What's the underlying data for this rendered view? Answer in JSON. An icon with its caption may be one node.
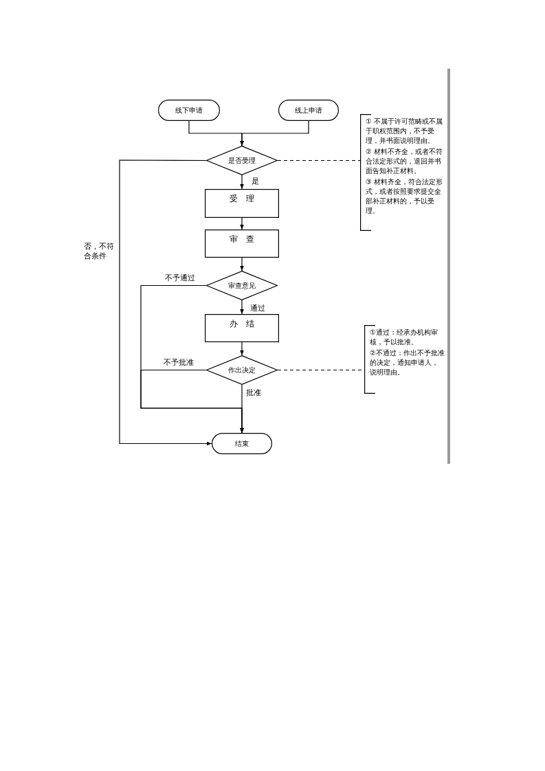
{
  "diagram": {
    "nodes": [
      {
        "text": [
          "线下申请"
        ]
      },
      {
        "text": [
          "线上申请"
        ]
      },
      {
        "text": [
          "是否受理"
        ]
      },
      {
        "text": [
          "受　理"
        ]
      },
      {
        "text": [
          "审　查"
        ]
      },
      {
        "text": [
          "审查意见"
        ]
      },
      {
        "text": [
          "办　结"
        ]
      },
      {
        "text": [
          "作出决定"
        ]
      },
      {
        "text": [
          "结束"
        ]
      },
      {
        "text": [
          "① 不属于许可范畴或不属于职权范围内，不予受理，并书面说明理由。",
          "② 材料不齐全，或者不符合法定形式的，退回并书面告知补正材料。",
          "③ 材料齐全，符合法定形式，或者按照要求提交全部补正材料的，予以受理。"
        ]
      },
      {
        "text": [
          "①通过：经承办机构审核，予以批准。",
          "②不通过：作出不予批准的决定，通知申请人，说明理由。"
        ]
      }
    ],
    "edges": [
      {
        "from": 0,
        "to": 2,
        "arrow": "to"
      },
      {
        "from": 1,
        "to": 2,
        "arrow": "to"
      },
      {
        "from": 2,
        "to": 3,
        "arrow": "to",
        "label": "是"
      },
      {
        "from": 3,
        "to": 4,
        "arrow": "to"
      },
      {
        "from": 4,
        "to": 5,
        "arrow": "to"
      },
      {
        "from": 5,
        "to": 6,
        "arrow": "to",
        "label": "通过"
      },
      {
        "from": 6,
        "to": 7,
        "arrow": "to"
      },
      {
        "from": 7,
        "to": 8,
        "arrow": "to",
        "label": "批准"
      },
      {
        "from": 2,
        "to": 8,
        "arrow": "to",
        "label": "否，不符合条件"
      },
      {
        "from": 5,
        "to": 8,
        "arrow": "to",
        "label": "不予通过"
      },
      {
        "from": 7,
        "to": 8,
        "arrow": "to",
        "label": "不予批准"
      },
      {
        "from": 2,
        "to": 9,
        "arrow": "none",
        "style": "dashed"
      },
      {
        "from": 7,
        "to": 10,
        "arrow": "none",
        "style": "dashed"
      }
    ]
  }
}
